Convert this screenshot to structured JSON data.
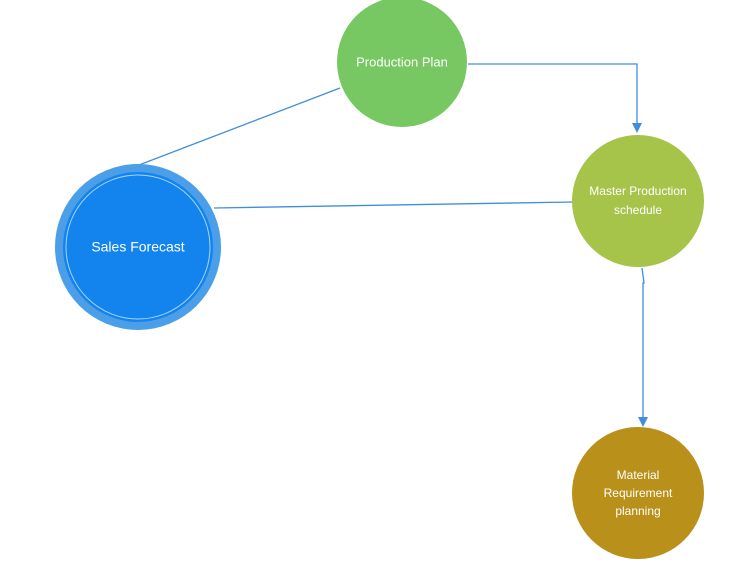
{
  "diagram": {
    "nodes": {
      "production_plan": {
        "label": "Production Plan",
        "color": "#77c862"
      },
      "sales_forecast": {
        "label": "Sales Forecast",
        "color": "#1384ee",
        "ring_color": "#4a9fe8"
      },
      "master_production_schedule": {
        "label_line1": "Master Production",
        "label_line2": "schedule",
        "color": "#a6c34a"
      },
      "material_requirement_planning": {
        "label_line1": "Material",
        "label_line2": "Requirement",
        "label_line3": "planning",
        "color": "#b8901a"
      }
    },
    "connector_color": "#3f8fdc"
  }
}
